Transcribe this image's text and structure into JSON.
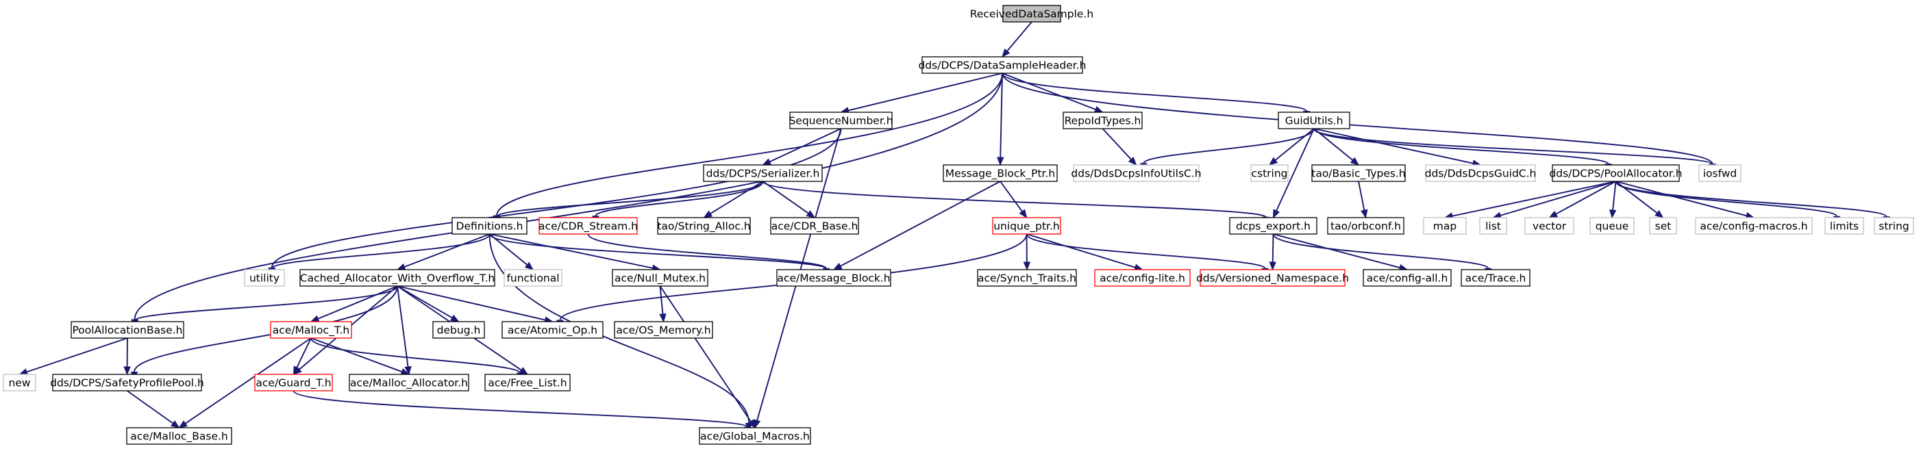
{
  "diagram": {
    "type": "include-dependency-graph",
    "colors": {
      "edge": "#191970",
      "root_fill": "#bfbfbf",
      "normal_border": "#000000",
      "incomplete_border": "#ff0000",
      "external_border": "#bfbfbf",
      "text": "#000000"
    },
    "nodes": [
      {
        "id": "ReceivedDataSample",
        "label": "ReceivedDataSample.h",
        "style": "root"
      },
      {
        "id": "DataSampleHeader",
        "label": "dds/DCPS/DataSampleHeader.h",
        "style": "normal"
      },
      {
        "id": "SequenceNumber",
        "label": "SequenceNumber.h",
        "style": "normal"
      },
      {
        "id": "RepoIdTypes",
        "label": "RepoIdTypes.h",
        "style": "normal"
      },
      {
        "id": "GuidUtils",
        "label": "GuidUtils.h",
        "style": "normal"
      },
      {
        "id": "Serializer",
        "label": "dds/DCPS/Serializer.h",
        "style": "normal"
      },
      {
        "id": "MessageBlockPtr",
        "label": "Message_Block_Ptr.h",
        "style": "normal"
      },
      {
        "id": "DdsDcpsInfoUtilsC",
        "label": "dds/DdsDcpsInfoUtilsC.h",
        "style": "external"
      },
      {
        "id": "cstring",
        "label": "cstring",
        "style": "external"
      },
      {
        "id": "BasicTypes",
        "label": "tao/Basic_Types.h",
        "style": "normal"
      },
      {
        "id": "DdsDcpsGuidC",
        "label": "dds/DdsDcpsGuidC.h",
        "style": "external"
      },
      {
        "id": "PoolAllocator",
        "label": "dds/DCPS/PoolAllocator.h",
        "style": "normal"
      },
      {
        "id": "iosfwd",
        "label": "iosfwd",
        "style": "external"
      },
      {
        "id": "Definitions",
        "label": "Definitions.h",
        "style": "normal"
      },
      {
        "id": "CDRStream",
        "label": "ace/CDR_Stream.h",
        "style": "incomplete"
      },
      {
        "id": "StringAlloc",
        "label": "tao/String_Alloc.h",
        "style": "normal"
      },
      {
        "id": "CDRBase",
        "label": "ace/CDR_Base.h",
        "style": "normal"
      },
      {
        "id": "uniqueptr",
        "label": "unique_ptr.h",
        "style": "incomplete"
      },
      {
        "id": "dcpsexport",
        "label": "dcps_export.h",
        "style": "normal"
      },
      {
        "id": "orbconf",
        "label": "tao/orbconf.h",
        "style": "normal"
      },
      {
        "id": "map",
        "label": "map",
        "style": "external"
      },
      {
        "id": "list",
        "label": "list",
        "style": "external"
      },
      {
        "id": "vector",
        "label": "vector",
        "style": "external"
      },
      {
        "id": "queue",
        "label": "queue",
        "style": "external"
      },
      {
        "id": "set",
        "label": "set",
        "style": "external"
      },
      {
        "id": "configmacros",
        "label": "ace/config-macros.h",
        "style": "external"
      },
      {
        "id": "limits",
        "label": "limits",
        "style": "external"
      },
      {
        "id": "string",
        "label": "string",
        "style": "external"
      },
      {
        "id": "utility",
        "label": "utility",
        "style": "external"
      },
      {
        "id": "CachedAllocator",
        "label": "Cached_Allocator_With_Overflow_T.h",
        "style": "normal"
      },
      {
        "id": "functional",
        "label": "functional",
        "style": "external"
      },
      {
        "id": "NullMutex",
        "label": "ace/Null_Mutex.h",
        "style": "normal"
      },
      {
        "id": "MessageBlock",
        "label": "ace/Message_Block.h",
        "style": "normal"
      },
      {
        "id": "SynchTraits",
        "label": "ace/Synch_Traits.h",
        "style": "normal"
      },
      {
        "id": "configlite",
        "label": "ace/config-lite.h",
        "style": "incomplete"
      },
      {
        "id": "VersionedNamespace",
        "label": "dds/Versioned_Namespace.h",
        "style": "incomplete"
      },
      {
        "id": "configall",
        "label": "ace/config-all.h",
        "style": "normal"
      },
      {
        "id": "Trace",
        "label": "ace/Trace.h",
        "style": "normal"
      },
      {
        "id": "PoolAllocationBase",
        "label": "PoolAllocationBase.h",
        "style": "normal"
      },
      {
        "id": "MallocT",
        "label": "ace/Malloc_T.h",
        "style": "incomplete"
      },
      {
        "id": "debug",
        "label": "debug.h",
        "style": "normal"
      },
      {
        "id": "AtomicOp",
        "label": "ace/Atomic_Op.h",
        "style": "normal"
      },
      {
        "id": "OSMemory",
        "label": "ace/OS_Memory.h",
        "style": "normal"
      },
      {
        "id": "new",
        "label": "new",
        "style": "external"
      },
      {
        "id": "SafetyProfilePool",
        "label": "dds/DCPS/SafetyProfilePool.h",
        "style": "normal"
      },
      {
        "id": "GuardT",
        "label": "ace/Guard_T.h",
        "style": "incomplete"
      },
      {
        "id": "MallocAllocator",
        "label": "ace/Malloc_Allocator.h",
        "style": "normal"
      },
      {
        "id": "FreeList",
        "label": "ace/Free_List.h",
        "style": "normal"
      },
      {
        "id": "MallocBase",
        "label": "ace/Malloc_Base.h",
        "style": "normal"
      },
      {
        "id": "GlobalMacros",
        "label": "ace/Global_Macros.h",
        "style": "normal"
      }
    ],
    "edges": [
      [
        "ReceivedDataSample",
        "DataSampleHeader"
      ],
      [
        "DataSampleHeader",
        "SequenceNumber"
      ],
      [
        "DataSampleHeader",
        "RepoIdTypes"
      ],
      [
        "DataSampleHeader",
        "GuidUtils"
      ],
      [
        "DataSampleHeader",
        "MessageBlockPtr"
      ],
      [
        "DataSampleHeader",
        "Definitions"
      ],
      [
        "DataSampleHeader",
        "PoolAllocationBase"
      ],
      [
        "DataSampleHeader",
        "iosfwd"
      ],
      [
        "SequenceNumber",
        "Serializer"
      ],
      [
        "SequenceNumber",
        "utility"
      ],
      [
        "SequenceNumber",
        "GlobalMacros"
      ],
      [
        "RepoIdTypes",
        "DdsDcpsInfoUtilsC"
      ],
      [
        "GuidUtils",
        "DdsDcpsInfoUtilsC"
      ],
      [
        "GuidUtils",
        "cstring"
      ],
      [
        "GuidUtils",
        "BasicTypes"
      ],
      [
        "GuidUtils",
        "DdsDcpsGuidC"
      ],
      [
        "GuidUtils",
        "PoolAllocator"
      ],
      [
        "GuidUtils",
        "iosfwd"
      ],
      [
        "GuidUtils",
        "dcpsexport"
      ],
      [
        "Serializer",
        "Definitions"
      ],
      [
        "Serializer",
        "CDRStream"
      ],
      [
        "Serializer",
        "StringAlloc"
      ],
      [
        "Serializer",
        "CDRBase"
      ],
      [
        "Serializer",
        "dcpsexport"
      ],
      [
        "MessageBlockPtr",
        "uniqueptr"
      ],
      [
        "MessageBlockPtr",
        "MessageBlock"
      ],
      [
        "BasicTypes",
        "orbconf"
      ],
      [
        "PoolAllocator",
        "map"
      ],
      [
        "PoolAllocator",
        "list"
      ],
      [
        "PoolAllocator",
        "vector"
      ],
      [
        "PoolAllocator",
        "queue"
      ],
      [
        "PoolAllocator",
        "set"
      ],
      [
        "PoolAllocator",
        "configmacros"
      ],
      [
        "PoolAllocator",
        "limits"
      ],
      [
        "PoolAllocator",
        "string"
      ],
      [
        "Definitions",
        "utility"
      ],
      [
        "Definitions",
        "CachedAllocator"
      ],
      [
        "Definitions",
        "functional"
      ],
      [
        "Definitions",
        "NullMutex"
      ],
      [
        "Definitions",
        "MessageBlock"
      ],
      [
        "Definitions",
        "GlobalMacros"
      ],
      [
        "CDRStream",
        "MessageBlock"
      ],
      [
        "uniqueptr",
        "SynchTraits"
      ],
      [
        "uniqueptr",
        "configlite"
      ],
      [
        "uniqueptr",
        "VersionedNamespace"
      ],
      [
        "uniqueptr",
        "AtomicOp"
      ],
      [
        "dcpsexport",
        "VersionedNamespace"
      ],
      [
        "dcpsexport",
        "configall"
      ],
      [
        "dcpsexport",
        "Trace"
      ],
      [
        "CachedAllocator",
        "PoolAllocationBase"
      ],
      [
        "CachedAllocator",
        "MallocT"
      ],
      [
        "CachedAllocator",
        "debug"
      ],
      [
        "CachedAllocator",
        "AtomicOp"
      ],
      [
        "CachedAllocator",
        "SafetyProfilePool"
      ],
      [
        "CachedAllocator",
        "GuardT"
      ],
      [
        "CachedAllocator",
        "MallocAllocator"
      ],
      [
        "CachedAllocator",
        "FreeList"
      ],
      [
        "NullMutex",
        "OSMemory"
      ],
      [
        "NullMutex",
        "GlobalMacros"
      ],
      [
        "PoolAllocationBase",
        "new"
      ],
      [
        "PoolAllocationBase",
        "SafetyProfilePool"
      ],
      [
        "MallocT",
        "GuardT"
      ],
      [
        "MallocT",
        "MallocAllocator"
      ],
      [
        "MallocT",
        "FreeList"
      ],
      [
        "MallocT",
        "MallocBase"
      ],
      [
        "SafetyProfilePool",
        "MallocBase"
      ],
      [
        "GuardT",
        "GlobalMacros"
      ]
    ]
  }
}
